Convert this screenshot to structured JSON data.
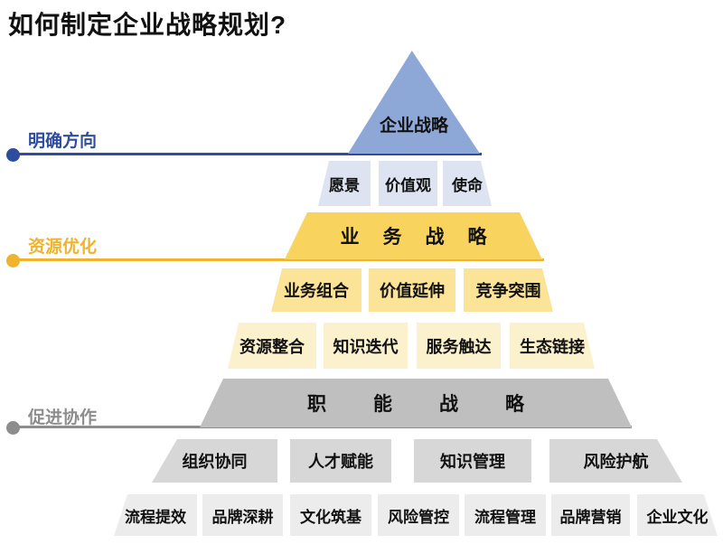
{
  "title": "如何制定企业战略规划?",
  "colors": {
    "background": "#ffffff",
    "text_color": "#111111",
    "apex_fill": "#8da7d7",
    "tier2_fill": "#dde3f1",
    "band_business_fill": "#f8d35e",
    "tier4_fill": "#fbe398",
    "tier5_fill": "#fcf1cd",
    "band_functional_fill": "#bfbfbf",
    "tier7_fill": "#d7d7d7",
    "tier8_fill": "#ececec",
    "accent_blue": "#2e4d9e",
    "accent_gold": "#f0b32d",
    "accent_gray": "#8d8d8d"
  },
  "side_labels": {
    "direction": "明确方向",
    "resource": "资源优化",
    "collaboration": "促进协作"
  },
  "pyramid": {
    "apex_label": "企业战略",
    "tier2": [
      "愿景",
      "价值观",
      "使命"
    ],
    "band_business": "业务战略",
    "tier4": [
      "业务组合",
      "价值延伸",
      "竞争突围"
    ],
    "tier5": [
      "资源整合",
      "知识迭代",
      "服务触达",
      "生态链接"
    ],
    "band_functional": "职能战略",
    "tier7": [
      "组织协同",
      "人才赋能",
      "知识管理",
      "风险护航"
    ],
    "tier8": [
      "流程提效",
      "品牌深耕",
      "文化筑基",
      "风险管控",
      "流程管理",
      "品牌营销",
      "企业文化"
    ]
  }
}
